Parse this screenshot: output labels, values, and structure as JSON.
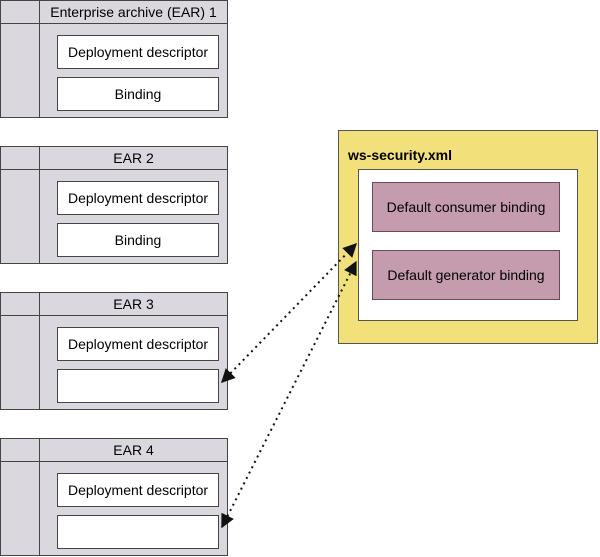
{
  "ears": [
    {
      "title": "Enterprise archive (EAR) 1",
      "descriptor": "Deployment descriptor",
      "binding": "Binding"
    },
    {
      "title": "EAR 2",
      "descriptor": "Deployment descriptor",
      "binding": "Binding"
    },
    {
      "title": "EAR 3",
      "descriptor": "Deployment descriptor",
      "binding": ""
    },
    {
      "title": "EAR 4",
      "descriptor": "Deployment descriptor",
      "binding": ""
    }
  ],
  "ws_security": {
    "title": "ws-security.xml",
    "consumer_binding": "Default consumer binding",
    "generator_binding": "Default generator binding"
  },
  "colors": {
    "ear_fill": "#dad7df",
    "ws_fill": "#f2e07a",
    "binding_fill": "#c49cae"
  }
}
